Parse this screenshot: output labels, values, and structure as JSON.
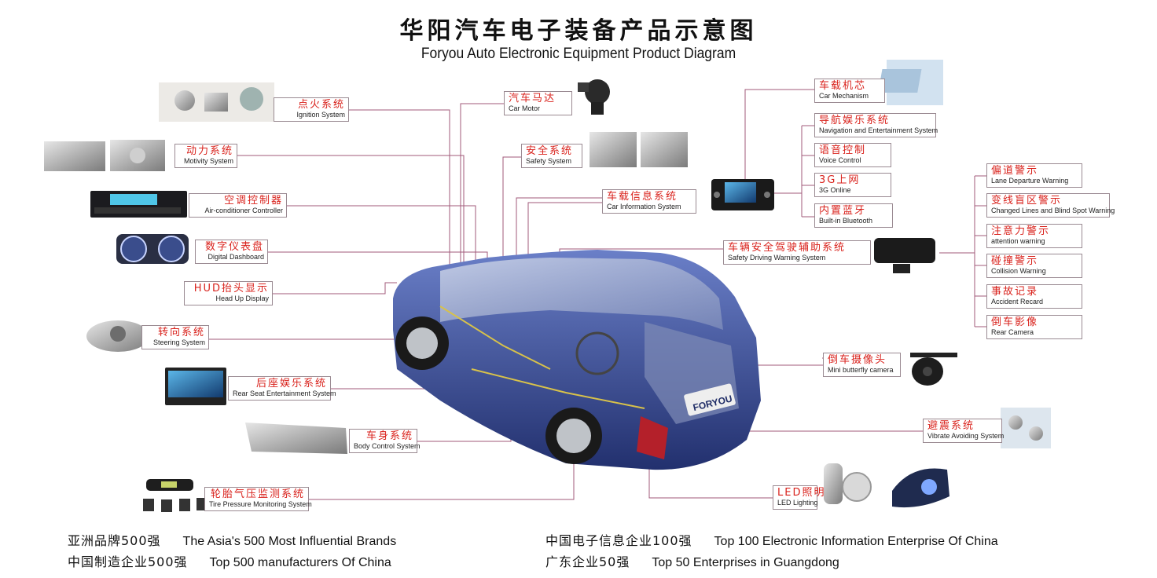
{
  "title": {
    "cn": "华阳汽车电子装备产品示意图",
    "en": "Foryou Auto Electronic Equipment Product Diagram"
  },
  "brand_plate": "FORYOU",
  "left_labels": [
    {
      "cn": "点火系统",
      "en": "Ignition System"
    },
    {
      "cn": "动力系统",
      "en": "Motivity System"
    },
    {
      "cn": "空调控制器",
      "en": "Air-conditioner Controller"
    },
    {
      "cn": "数字仪表盘",
      "en": "Digital Dashboard"
    },
    {
      "cn": "HUD抬头显示",
      "en": "Head Up Display"
    },
    {
      "cn": "转向系统",
      "en": "Steering System"
    },
    {
      "cn": "后座娱乐系统",
      "en": "Rear Seat Entertainment System"
    },
    {
      "cn": "车身系统",
      "en": "Body Control System"
    },
    {
      "cn": "轮胎气压监测系统",
      "en": "Tire Pressure Monitoring System"
    }
  ],
  "center_labels": [
    {
      "cn": "汽车马达",
      "en": "Car Motor"
    },
    {
      "cn": "安全系统",
      "en": "Safety System"
    },
    {
      "cn": "车载信息系统",
      "en": "Car Information System"
    },
    {
      "cn": "车辆安全驾驶辅助系统",
      "en": "Safety Driving Warning  System"
    }
  ],
  "info_labels": [
    {
      "cn": "车载机芯",
      "en": "Car Mechanism"
    },
    {
      "cn": "导航娱乐系统",
      "en": "Navigation and Entertainment System"
    },
    {
      "cn": "语音控制",
      "en": "Voice Control"
    },
    {
      "cn": "3G上网",
      "en": "3G Online"
    },
    {
      "cn": "内置蓝牙",
      "en": "Built-in Bluetooth"
    }
  ],
  "warning_labels": [
    {
      "cn": "偏道警示",
      "en": "Lane Departure Warning"
    },
    {
      "cn": "变线盲区警示",
      "en": "Changed Lines and Blind Spot Warning"
    },
    {
      "cn": "注意力警示",
      "en": "attention warning"
    },
    {
      "cn": "碰撞警示",
      "en": "Collision  Warning"
    },
    {
      "cn": "事故记录",
      "en": "Accident Recard"
    },
    {
      "cn": "倒车影像",
      "en": "Rear Camera"
    }
  ],
  "right_labels": [
    {
      "cn": "倒车摄像头",
      "en": "Mini butterfly camera"
    },
    {
      "cn": "避震系统",
      "en": "Vibrate Avoiding System"
    },
    {
      "cn": "LED照明",
      "en": "LED Lighting"
    }
  ],
  "footer": [
    {
      "cn": "亚洲品牌500强",
      "en": "The Asia's 500 Most Influential Brands"
    },
    {
      "cn": "中国制造企业500强",
      "en": "Top 500 manufacturers Of China"
    },
    {
      "cn": "中国电子信息企业100强",
      "en": "Top 100 Electronic Information Enterprise Of China"
    },
    {
      "cn": "广东企业50强",
      "en": "Top 50 Enterprises in Guangdong"
    }
  ],
  "colors": {
    "label_cn": "#d9221c",
    "connector": "#a05a7a",
    "car_body": "#3b4f9a",
    "car_dark": "#1f2c66"
  }
}
